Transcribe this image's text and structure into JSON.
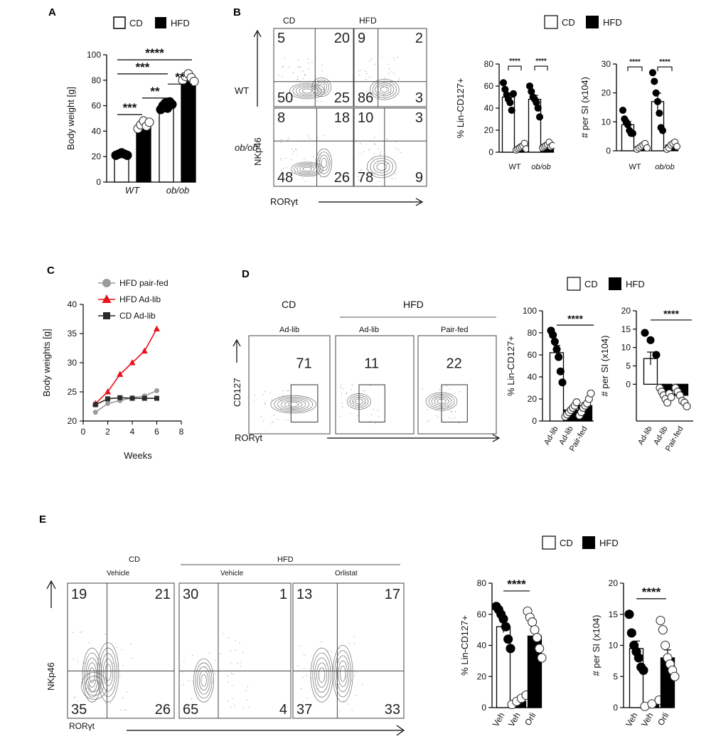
{
  "panel_labels": {
    "a": "A",
    "b": "B",
    "c": "C",
    "d": "D",
    "e": "E"
  },
  "legend": {
    "cd": "CD",
    "hfd": "HFD",
    "fill_cd": "#ffffff",
    "fill_hfd": "#000000"
  },
  "flow": {
    "b": {
      "col_cd": "CD",
      "col_hfd": "HFD",
      "row_wt": "WT",
      "row_ob": "ob/ob",
      "yaxis": "NKp46",
      "xaxis": "RORγt"
    },
    "d": {
      "col_cd": "CD",
      "col_hfd": "HFD",
      "sub_cd": "Ad-lib",
      "sub_hfd1": "Ad-lib",
      "sub_hfd2": "Pair-fed",
      "yaxis": "CD127",
      "xaxis": "RORγt"
    },
    "e": {
      "col_cd": "CD",
      "col_hfd": "HFD",
      "sub_cd": "Vehicle",
      "sub_hfd1": "Vehicle",
      "sub_hfd2": "Orlistat",
      "yaxis": "NKp46",
      "xaxis": "RORγt"
    }
  },
  "quadrants": {
    "b_wt_cd": [
      "5",
      "20",
      "50",
      "25"
    ],
    "b_wt_hfd": [
      "9",
      "2",
      "86",
      "3"
    ],
    "b_ob_cd": [
      "8",
      "18",
      "48",
      "26"
    ],
    "b_ob_hfd": [
      "10",
      "3",
      "78",
      "9"
    ],
    "d_gates": [
      "71",
      "11",
      "22"
    ],
    "e_cd": [
      "19",
      "21",
      "35",
      "26"
    ],
    "e_hfd_veh": [
      "30",
      "1",
      "65",
      "4"
    ],
    "e_hfd_orl": [
      "13",
      "17",
      "37",
      "33"
    ]
  },
  "chart_data": [
    {
      "id": "A",
      "type": "bar",
      "ylabel": "Body weight [g]",
      "ylim": [
        0,
        100
      ],
      "yticks": [
        0,
        20,
        40,
        60,
        80,
        100
      ],
      "groups": [
        "WT",
        "ob/ob"
      ],
      "bars": [
        {
          "group": "WT",
          "diet": "CD",
          "mean": 22,
          "points": [
            21,
            22,
            23,
            22,
            21
          ]
        },
        {
          "group": "WT",
          "diet": "HFD",
          "mean": 45,
          "points": [
            42,
            45,
            48,
            44,
            47
          ]
        },
        {
          "group": "ob/ob",
          "diet": "CD",
          "mean": 59,
          "points": [
            57,
            60,
            62,
            58,
            63,
            61
          ]
        },
        {
          "group": "ob/ob",
          "diet": "HFD",
          "mean": 82,
          "points": [
            80,
            83,
            85,
            82,
            79
          ]
        }
      ],
      "significance": [
        "****",
        "***",
        "**",
        "***",
        "**"
      ]
    },
    {
      "id": "B1",
      "type": "bar",
      "ylabel": "% Lin-CD127+",
      "ylim": [
        0,
        80
      ],
      "yticks": [
        0,
        20,
        40,
        60,
        80
      ],
      "groups": [
        "WT",
        "ob/ob"
      ],
      "bars": [
        {
          "group": "WT",
          "diet": "CD",
          "mean": 50,
          "points": [
            63,
            57,
            52,
            48,
            45,
            38,
            53
          ]
        },
        {
          "group": "WT",
          "diet": "HFD",
          "mean": 4,
          "points": [
            2,
            3,
            4,
            5,
            6,
            8,
            3
          ]
        },
        {
          "group": "ob/ob",
          "diet": "CD",
          "mean": 48,
          "points": [
            60,
            55,
            50,
            48,
            45,
            40,
            32
          ]
        },
        {
          "group": "ob/ob",
          "diet": "HFD",
          "mean": 6,
          "points": [
            4,
            5,
            6,
            7,
            9,
            5,
            6
          ]
        }
      ],
      "significance": [
        "****",
        "****"
      ]
    },
    {
      "id": "B2",
      "type": "bar",
      "ylabel": "# per SI (x104)",
      "ylim": [
        0,
        30
      ],
      "yticks": [
        0,
        10,
        20,
        30
      ],
      "groups": [
        "WT",
        "ob/ob"
      ],
      "bars": [
        {
          "group": "WT",
          "diet": "CD",
          "mean": 9,
          "points": [
            14,
            11,
            10,
            9,
            7,
            6,
            6
          ]
        },
        {
          "group": "WT",
          "diet": "HFD",
          "mean": 1.5,
          "points": [
            0.5,
            1,
            1.5,
            2,
            2.5,
            1
          ]
        },
        {
          "group": "ob/ob",
          "diet": "CD",
          "mean": 17,
          "points": [
            27,
            24,
            20,
            17,
            13,
            8,
            7
          ]
        },
        {
          "group": "ob/ob",
          "diet": "HFD",
          "mean": 2,
          "points": [
            0.5,
            1,
            2,
            2.5,
            3,
            1.5
          ]
        }
      ],
      "significance": [
        "****",
        "****"
      ]
    },
    {
      "id": "C",
      "type": "line",
      "xlabel": "Weeks",
      "ylabel": "Body weights [g]",
      "xlim": [
        0,
        8
      ],
      "ylim": [
        20,
        40
      ],
      "xticks": [
        0,
        2,
        4,
        6,
        8
      ],
      "yticks": [
        20,
        25,
        30,
        35,
        40
      ],
      "series": [
        {
          "name": "HFD pair-fed",
          "color": "#9a9a9a",
          "marker": "circle",
          "x": [
            1,
            2,
            3,
            4,
            5,
            6
          ],
          "y": [
            21.5,
            23,
            23.5,
            24,
            24.3,
            25.2
          ]
        },
        {
          "name": "HFD Ad-lib",
          "color": "#e8121a",
          "marker": "triangle",
          "x": [
            1,
            2,
            3,
            4,
            5,
            6
          ],
          "y": [
            23,
            25,
            28,
            30,
            32,
            35.8
          ]
        },
        {
          "name": "CD Ad-lib",
          "color": "#2b2b2b",
          "marker": "square",
          "x": [
            1,
            2,
            3,
            4,
            5,
            6
          ],
          "y": [
            22.8,
            23.8,
            24,
            23.9,
            23.9,
            23.9
          ]
        }
      ]
    },
    {
      "id": "D1",
      "type": "bar",
      "ylabel": "% Lin-CD127+",
      "ylim": [
        0,
        100
      ],
      "yticks": [
        0,
        20,
        40,
        60,
        80,
        100
      ],
      "categories": [
        "Ad-lib",
        "Ad-lib",
        "Pair-fed"
      ],
      "bars": [
        {
          "category": "Ad-lib",
          "diet": "CD",
          "mean": 62,
          "points": [
            82,
            78,
            72,
            65,
            58,
            45,
            35
          ]
        },
        {
          "category": "Ad-lib",
          "diet": "HFD",
          "mean": 10,
          "points": [
            4,
            6,
            8,
            10,
            12,
            14,
            17
          ]
        },
        {
          "category": "Pair-fed",
          "diet": "HFD",
          "mean": 14,
          "points": [
            5,
            8,
            12,
            14,
            16,
            20,
            25
          ]
        }
      ],
      "significance": [
        "****"
      ]
    },
    {
      "id": "D2",
      "type": "bar",
      "ylabel": "# per SI (x104)",
      "ylim": [
        -10,
        20
      ],
      "yticks": [
        0,
        5,
        10,
        15,
        20
      ],
      "ytick_labels": [
        "0",
        "5",
        "10",
        "15",
        "20"
      ],
      "categories": [
        "Ad-lib",
        "Ad-lib",
        "Pair-fed"
      ],
      "bars": [
        {
          "category": "Ad-lib",
          "diet": "CD",
          "mean": 7,
          "points": [
            14,
            12,
            8
          ]
        },
        {
          "category": "Ad-lib",
          "diet": "HFD",
          "mean": -2.5,
          "points": [
            -1,
            -2,
            -3,
            -4,
            -5,
            -2.5,
            -3.5
          ]
        },
        {
          "category": "Pair-fed",
          "diet": "HFD",
          "mean": -3,
          "points": [
            -1,
            -2,
            -3,
            -4.5,
            -5,
            -6
          ]
        }
      ],
      "significance": [
        "****"
      ]
    },
    {
      "id": "E1",
      "type": "bar",
      "ylabel": "% Lin-CD127+",
      "ylim": [
        0,
        80
      ],
      "yticks": [
        0,
        20,
        40,
        60,
        80
      ],
      "categories": [
        "Veh",
        "Veh",
        "Orli"
      ],
      "bars": [
        {
          "category": "Veh",
          "diet": "CD",
          "mean": 52,
          "points": [
            65,
            63,
            60,
            57,
            52,
            44,
            38
          ]
        },
        {
          "category": "Veh",
          "diet": "HFD",
          "mean": 4,
          "points": [
            2,
            4,
            6,
            8
          ]
        },
        {
          "category": "Orli",
          "diet": "HFD",
          "mean": 46,
          "points": [
            62,
            58,
            55,
            50,
            45,
            38,
            32
          ]
        }
      ],
      "significance": [
        "****"
      ]
    },
    {
      "id": "E2",
      "type": "bar",
      "ylabel": "# per SI (x104)",
      "ylim": [
        0,
        20
      ],
      "yticks": [
        0,
        5,
        10,
        15,
        20
      ],
      "categories": [
        "Veh",
        "Veh",
        "Orli"
      ],
      "bars": [
        {
          "category": "Veh",
          "diet": "CD",
          "mean": 9.5,
          "points": [
            15,
            12,
            10,
            9,
            8,
            6.5,
            6
          ]
        },
        {
          "category": "Veh",
          "diet": "HFD",
          "mean": 0.5,
          "points": [
            0.2,
            0.6,
            1.2
          ]
        },
        {
          "category": "Orli",
          "diet": "HFD",
          "mean": 8,
          "points": [
            14,
            12.5,
            10,
            8,
            7,
            6,
            5
          ]
        }
      ],
      "significance": [
        "****"
      ]
    }
  ]
}
